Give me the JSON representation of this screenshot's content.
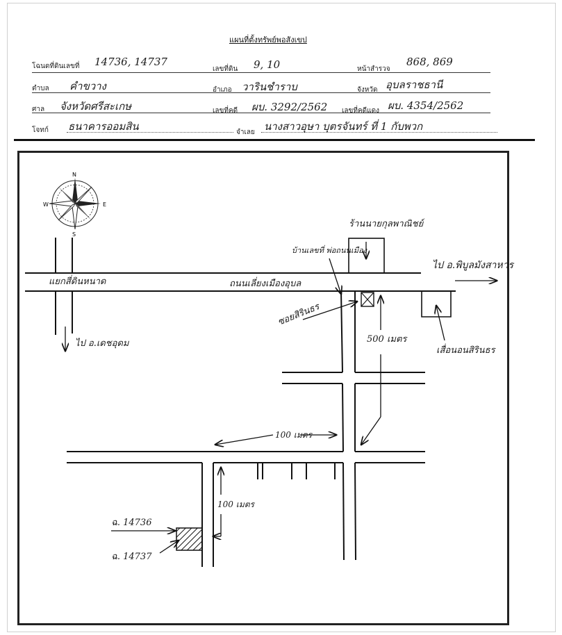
{
  "document": {
    "title": "แผนที่ตั้งทรัพย์พอสังเขป"
  },
  "header": {
    "deed_label": "โฉนดที่ดินเลขที่",
    "deed_value": "14736, 14737",
    "land_no_label": "เลขที่ดิน",
    "land_no_value": "9, 10",
    "survey_page_label": "หน้าสำรวจ",
    "survey_page_value": "868, 869",
    "tambon_label": "ตำบล",
    "tambon_value": "คำขวาง",
    "amphoe_label": "อำเภอ",
    "amphoe_value": "วารินชำราบ",
    "province_label": "จังหวัด",
    "province_value": "อุบลราชธานี",
    "court_label": "ศาล",
    "court_value": "จังหวัดศรีสะเกษ",
    "case_no_label": "เลขที่คดี",
    "case_no_value": "ผบ. 3292/2562",
    "red_case_label": "เลขที่คดีแดง",
    "red_case_value": "ผบ. 4354/2562",
    "plaintiff_label": "โจทก์",
    "plaintiff_value": "ธนาคารออมสิน",
    "defendant_label": "จำเลย",
    "defendant_value": "นางสาวอุษา บุตรจันทร์ ที่ 1 กับพวก"
  },
  "map": {
    "compass_north": "N",
    "compass_south": "S",
    "compass_east": "E",
    "compass_west": "W",
    "intersection_label": "แยกสี่ดินหนาด",
    "main_road_label": "ถนนเลี่ยงเมืองอุบล",
    "to_right_label": "ไป อ.พิบูลมังสาหาร",
    "to_down_label": "ไป อ.เดชอุดม",
    "shop_label": "ร้านนายกุลพาณิชย์",
    "house_label": "บ้านเลขที่ พ่อถนนเมือง",
    "alley_label": "ซอยสิรินธร",
    "house_right_label": "เสื่อนอนสิรินธร",
    "distance_500": "500 เมตร",
    "distance_100_h": "100 เมตร",
    "distance_100_v": "100 เมตร",
    "plot_1": "ฉ. 14736",
    "plot_2": "ฉ. 14737"
  }
}
